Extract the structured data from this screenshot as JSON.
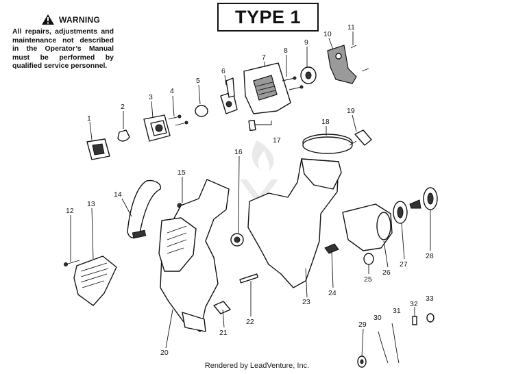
{
  "warning": {
    "title": "WARNING",
    "text": "All repairs, adjustments and maintenance not described in the Operator’s Manual must be performed by qualified service personnel."
  },
  "type_label": "TYPE 1",
  "footer": "Rendered by LeadVenture, Inc.",
  "part_numbers": [
    "1",
    "2",
    "3",
    "4",
    "5",
    "6",
    "7",
    "8",
    "9",
    "10",
    "11",
    "12",
    "13",
    "14",
    "15",
    "16",
    "17",
    "18",
    "19",
    "20",
    "21",
    "22",
    "23",
    "24",
    "25",
    "26",
    "27",
    "28",
    "29",
    "30",
    "31",
    "32",
    "33"
  ]
}
